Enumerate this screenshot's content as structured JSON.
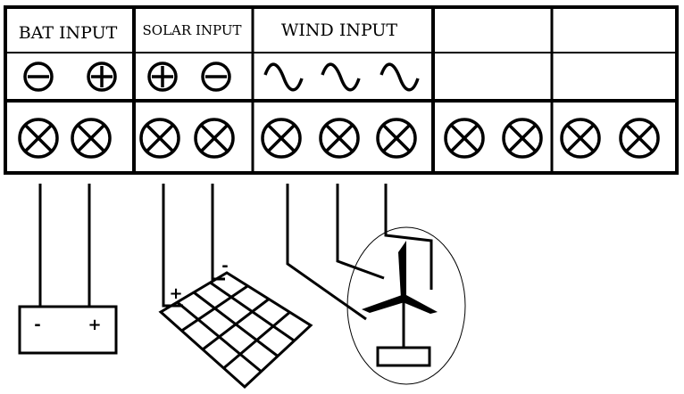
{
  "terminal_block": {
    "sections": [
      {
        "label": "BAT INPUT",
        "polarity": [
          "⊖",
          "⊕"
        ]
      },
      {
        "label": "SOLAR INPUT",
        "polarity": [
          "⊕",
          "⊖"
        ]
      },
      {
        "label": "WIND INPUT",
        "polarity": [
          "∿",
          "∿",
          "∿"
        ]
      },
      {
        "label": "",
        "polarity": []
      },
      {
        "label": "",
        "polarity": []
      }
    ],
    "terminal_count": 11
  },
  "battery": {
    "neg_label": "-",
    "pos_label": "+"
  },
  "solar_panel": {
    "pos_label": "+",
    "neg_label": "-"
  },
  "wind_turbine": {}
}
